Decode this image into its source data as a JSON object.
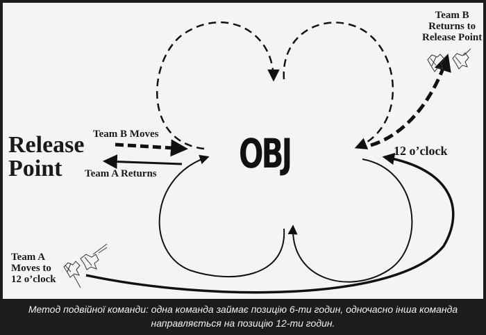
{
  "diagram": {
    "center_label": "OBJ",
    "release_point": "Release\nPoint",
    "team_b_moves": "Team B Moves",
    "team_a_returns": "Team A Returns",
    "clock_12": "12 o’clock",
    "team_b_returns": "Team B\nReturns to\nRelease Point",
    "team_a_moves": "Team A\nMoves to\n12 o’clock"
  },
  "caption": "Метод подвійної команди: одна команда займає позицію 6-ти годин, одночасно інша команда направляється на позицію 12-ти годин.",
  "colors": {
    "frame": "#1c1c1c",
    "paper": "#f4f4f4",
    "ink": "#111111",
    "caption_text": "#f2f2f2"
  }
}
